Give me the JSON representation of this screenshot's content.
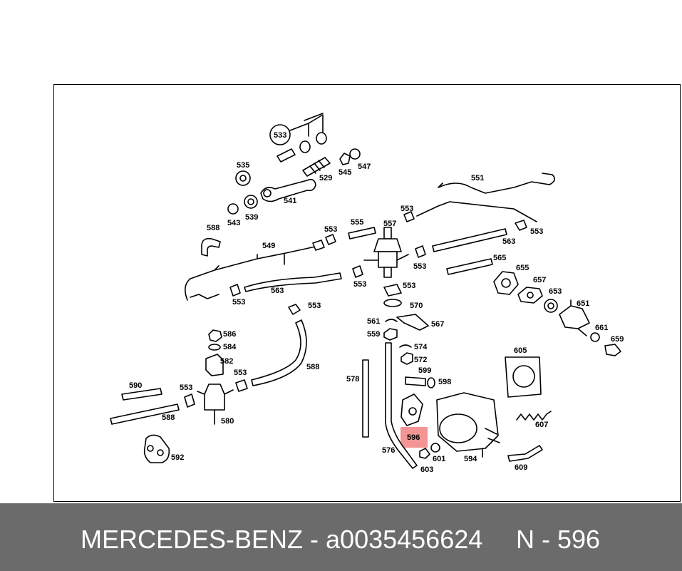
{
  "footer": {
    "part_title": "MERCEDES-BENZ - a0035456624",
    "diagram_ref": "N - 596"
  },
  "colors": {
    "footer_bg": "#6b6b6b",
    "highlight": "#f07b7b"
  },
  "highlighted_part": "596",
  "callouts": {
    "c533": "533",
    "c535": "535",
    "c529": "529",
    "c545": "545",
    "c547": "547",
    "c541": "541",
    "c539": "539",
    "c543": "543",
    "c551": "551",
    "c553a": "553",
    "c553b": "553",
    "c588a": "588",
    "c549": "549",
    "c553c": "553",
    "c555": "555",
    "c557": "557",
    "c563a": "563",
    "c553d": "553",
    "c565": "565",
    "c655": "655",
    "c657": "657",
    "c653": "653",
    "c651": "651",
    "c661": "661",
    "c659": "659",
    "c553e": "553",
    "c563b": "563",
    "c553f": "553",
    "c553g": "553",
    "c553h": "553",
    "c570": "570",
    "c561": "561",
    "c567": "567",
    "c559": "559",
    "c574": "574",
    "c572": "572",
    "c599": "599",
    "c598": "598",
    "c586": "586",
    "c584": "584",
    "c582": "582",
    "c553i": "553",
    "c588b": "588",
    "c590": "590",
    "c553j": "553",
    "c588c": "588",
    "c580": "580",
    "c592": "592",
    "c578": "578",
    "c576": "576",
    "c596": "596",
    "c603": "603",
    "c601": "601",
    "c594": "594",
    "c605": "605",
    "c607": "607",
    "c609": "609"
  }
}
